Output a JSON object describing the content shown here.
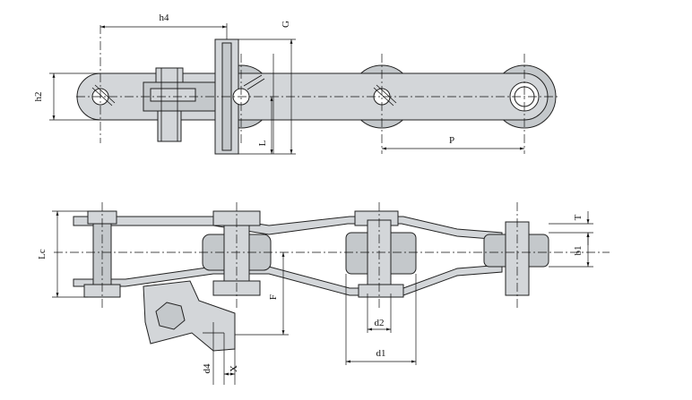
{
  "labels": {
    "h4": "h4",
    "G": "G",
    "h2": "h2",
    "L": "L",
    "P": "P",
    "T": "T",
    "Lc": "Lc",
    "b1": "b1",
    "F": "F",
    "d2": "d2",
    "d1": "d1",
    "d4": "d4",
    "X": "X"
  }
}
